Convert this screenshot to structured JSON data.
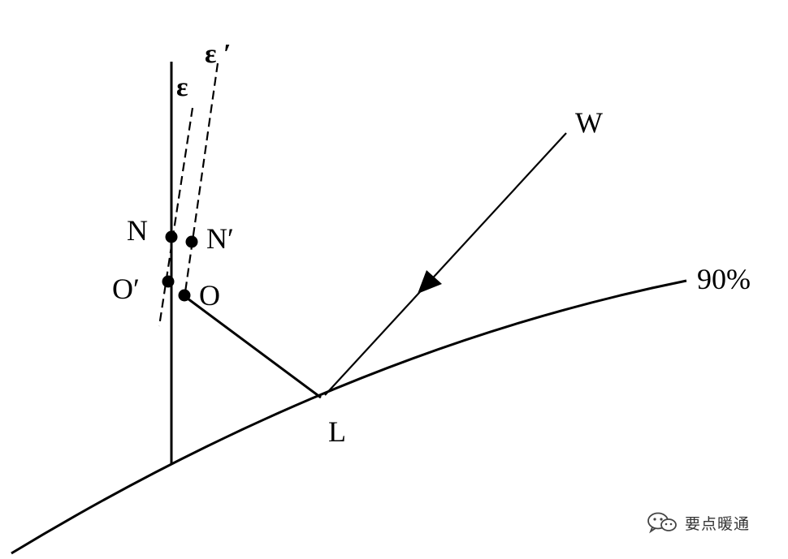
{
  "diagram": {
    "labels": {
      "W": "W",
      "L": "L",
      "N": "N",
      "N_prime": "N′",
      "O": "O",
      "O_prime": "O′",
      "epsilon": "ε",
      "epsilon_prime": "ε ′",
      "curve": "90%"
    },
    "colors": {
      "ink": "#000000",
      "background": "#ffffff"
    }
  },
  "watermark": {
    "text": "要点暖通",
    "icon": "wechat-icon"
  }
}
